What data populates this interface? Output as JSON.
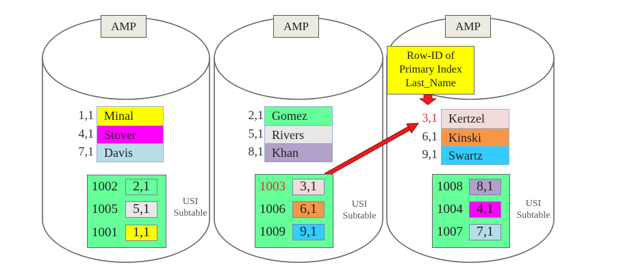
{
  "colors": {
    "usi_background": "#66ff99",
    "highlight_red": "#e52b2b",
    "amp_label_bg": "#ecebe1",
    "callout_bg": "#ffff00"
  },
  "amps": [
    {
      "label": "AMP",
      "base_rows": [
        {
          "row_id": "1,1",
          "name": "Minal",
          "color": "#ffff00",
          "highlight": false
        },
        {
          "row_id": "4,1",
          "name": "Stover",
          "color": "#ff00ff",
          "highlight": false
        },
        {
          "row_id": "7,1",
          "name": "Davis",
          "color": "#b7dde8",
          "highlight": false
        }
      ],
      "usi_rows": [
        {
          "key": "1002",
          "row_id": "2,1",
          "color": "#66ff99",
          "highlight": false
        },
        {
          "key": "1005",
          "row_id": "5,1",
          "color": "#e8e8e8",
          "highlight": false
        },
        {
          "key": "1001",
          "row_id": "1,1",
          "color": "#ffff00",
          "highlight": false
        }
      ],
      "usi_label_line1": "USI",
      "usi_label_line2": "Subtable"
    },
    {
      "label": "AMP",
      "base_rows": [
        {
          "row_id": "2,1",
          "name": "Gomez",
          "color": "#66ff99",
          "highlight": false
        },
        {
          "row_id": "5,1",
          "name": "Rivers",
          "color": "#e8e8e8",
          "highlight": false
        },
        {
          "row_id": "8,1",
          "name": "Khan",
          "color": "#b1a0c7",
          "highlight": false
        }
      ],
      "usi_rows": [
        {
          "key": "1003",
          "row_id": "3,1",
          "color": "#f2dcdb",
          "highlight": true
        },
        {
          "key": "1006",
          "row_id": "6,1",
          "color": "#f79646",
          "highlight": false
        },
        {
          "key": "1009",
          "row_id": "9,1",
          "color": "#33ccff",
          "highlight": false
        }
      ],
      "usi_label_line1": "USI",
      "usi_label_line2": "Subtable"
    },
    {
      "label": "AMP",
      "base_rows": [
        {
          "row_id": "3,1",
          "name": "Kertzel",
          "color": "#f2dcdb",
          "highlight": true
        },
        {
          "row_id": "6,1",
          "name": "Kinski",
          "color": "#f79646",
          "highlight": false
        },
        {
          "row_id": "9,1",
          "name": "Swartz",
          "color": "#33ccff",
          "highlight": false
        }
      ],
      "usi_rows": [
        {
          "key": "1008",
          "row_id": "8,1",
          "color": "#b1a0c7",
          "highlight": false
        },
        {
          "key": "1004",
          "row_id": "4,1",
          "color": "#ff00ff",
          "highlight": false
        },
        {
          "key": "1007",
          "row_id": "7,1",
          "color": "#b7dde8",
          "highlight": false
        }
      ],
      "usi_label_line1": "USI",
      "usi_label_line2": "Subtable"
    }
  ],
  "callout": {
    "line1": "Row-ID of",
    "line2": "Primary Index",
    "line3": "Last_Name"
  },
  "pointer": {
    "from": "USI key 1003 (AMP 2)",
    "to": "Row-ID 3,1 (AMP 3)"
  }
}
